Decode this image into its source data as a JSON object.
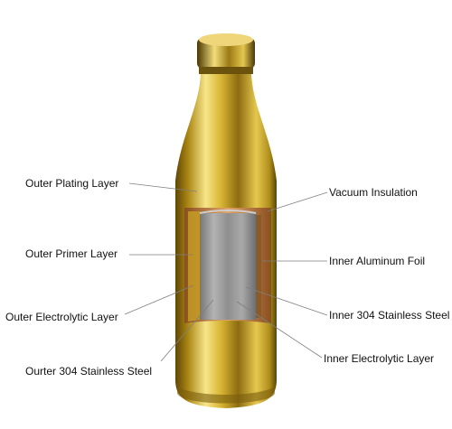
{
  "labels": {
    "outer_plating": "Outer Plating Layer",
    "outer_primer": "Outer Primer Layer",
    "outer_electrolytic": "Outer Electrolytic Layer",
    "outer_304": "Ourter 304 Stainless Steel",
    "vacuum_insulation": "Vacuum Insulation",
    "inner_aluminum": "Inner Aluminum Foil",
    "inner_304": "Inner 304 Stainless Steel",
    "inner_electrolytic": "Inner Electrolytic Layer"
  },
  "colors": {
    "gold_light": "#f6e27a",
    "gold_mid": "#c9a323",
    "gold_dark": "#6d5410",
    "copper": "#c07a3e",
    "steel": "#9a9a9a",
    "leader": "#7f7f7f"
  }
}
